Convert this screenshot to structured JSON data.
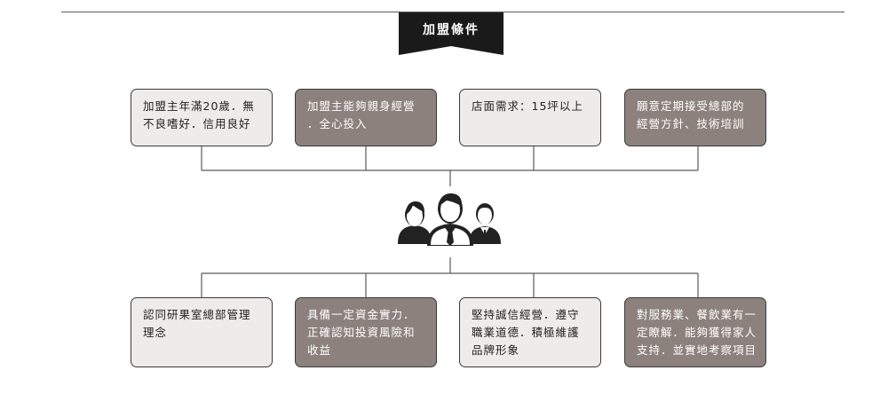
{
  "banner": {
    "title": "加盟條件"
  },
  "colors": {
    "light_box": "#eeeceb",
    "dark_box": "#8c817d",
    "line": "#5a5a5a",
    "banner": "#1a1a1a"
  },
  "icons": {
    "center": "people-group-icon"
  },
  "top_boxes": [
    {
      "text": "加盟主年滿20歲．無\n不良嗜好．信用良好",
      "style": "light"
    },
    {
      "text": "加盟主能夠親身經營\n．全心投入",
      "style": "dark"
    },
    {
      "text": "店面需求：15坪以上",
      "style": "light"
    },
    {
      "text": "願意定期接受總部的\n經營方針、技術培訓",
      "style": "dark"
    }
  ],
  "bottom_boxes": [
    {
      "text": "認同研果室總部管理\n理念",
      "style": "light"
    },
    {
      "text": "具備一定資金實力．\n正確認知投資風險和\n收益",
      "style": "dark"
    },
    {
      "text": "堅持誠信經營．遵守\n職業道德．積極維護\n品牌形象",
      "style": "light"
    },
    {
      "text": "對服務業、餐飲業有一\n定瞭解．能夠獲得家人\n支持．並實地考察項目",
      "style": "dark"
    }
  ]
}
